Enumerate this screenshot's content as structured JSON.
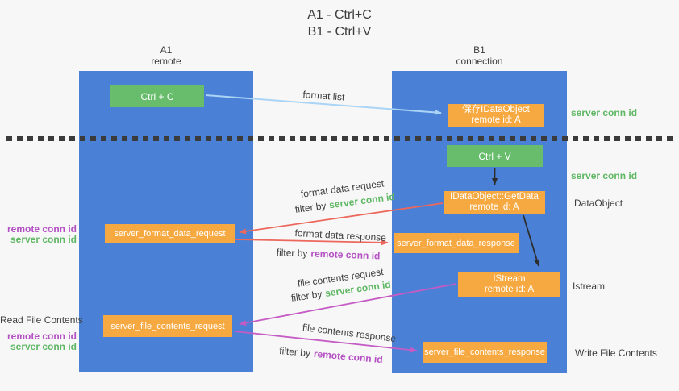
{
  "title": {
    "line1": "A1 - Ctrl+C",
    "line2": "B1 - Ctrl+V"
  },
  "columns": {
    "left": {
      "name": "A1",
      "subtitle": "remote"
    },
    "right": {
      "name": "B1",
      "subtitle": "connection"
    }
  },
  "nodes": {
    "ctrl_c": {
      "label": "Ctrl + C"
    },
    "save_dataobject": {
      "line1": "保存IDataObject",
      "line2": "remote id: A"
    },
    "ctrl_v": {
      "label": "Ctrl + V"
    },
    "getdata": {
      "line1": "IDataObject::GetData",
      "line2": "remote id: A"
    },
    "format_request": {
      "label": "server_format_data_request"
    },
    "format_response": {
      "label": "server_format_data_response"
    },
    "istream": {
      "line1": "IStream",
      "line2": "remote id: A"
    },
    "file_request": {
      "label": "server_file_contents_request"
    },
    "file_response": {
      "label": "server_file_contents_response"
    }
  },
  "right_labels": {
    "server_conn_top": "server conn id",
    "server_conn_mid": "server conn id",
    "dataobject": "DataObject",
    "istream": "Istream",
    "write_file": "Write File Contents"
  },
  "left_labels": {
    "group1": {
      "remote": "remote conn id",
      "server": "server conn id"
    },
    "read_file": "Read File Contents",
    "group2": {
      "remote": "remote conn id",
      "server": "server conn id"
    }
  },
  "flows": {
    "format_list": {
      "label": "format list"
    },
    "format_data_request": {
      "label": "format data request",
      "filter_prefix": "filter by",
      "filter_key": "server conn id"
    },
    "format_data_response": {
      "label": "format data response",
      "filter_prefix": "filter by",
      "filter_key": "remote conn id"
    },
    "file_contents_request": {
      "label": "file contents request",
      "filter_prefix": "filter by",
      "filter_key": "server conn id"
    },
    "file_contents_response": {
      "label": "file contents response",
      "filter_prefix": "filter by",
      "filter_key": "remote conn id"
    }
  },
  "colors": {
    "column_blue": "#4a80d5",
    "box_green": "#67bd6b",
    "box_orange": "#f7a941",
    "label_green": "#5eb763",
    "label_purple": "#b44fc4",
    "arrow_salmon": "#ec685c",
    "arrow_magenta": "#c55cc5",
    "arrow_lightblue": "#aad4f5",
    "arrow_black": "#2d2d2d",
    "text_dark": "#3e3e3e",
    "background": "#f7f7f7"
  }
}
